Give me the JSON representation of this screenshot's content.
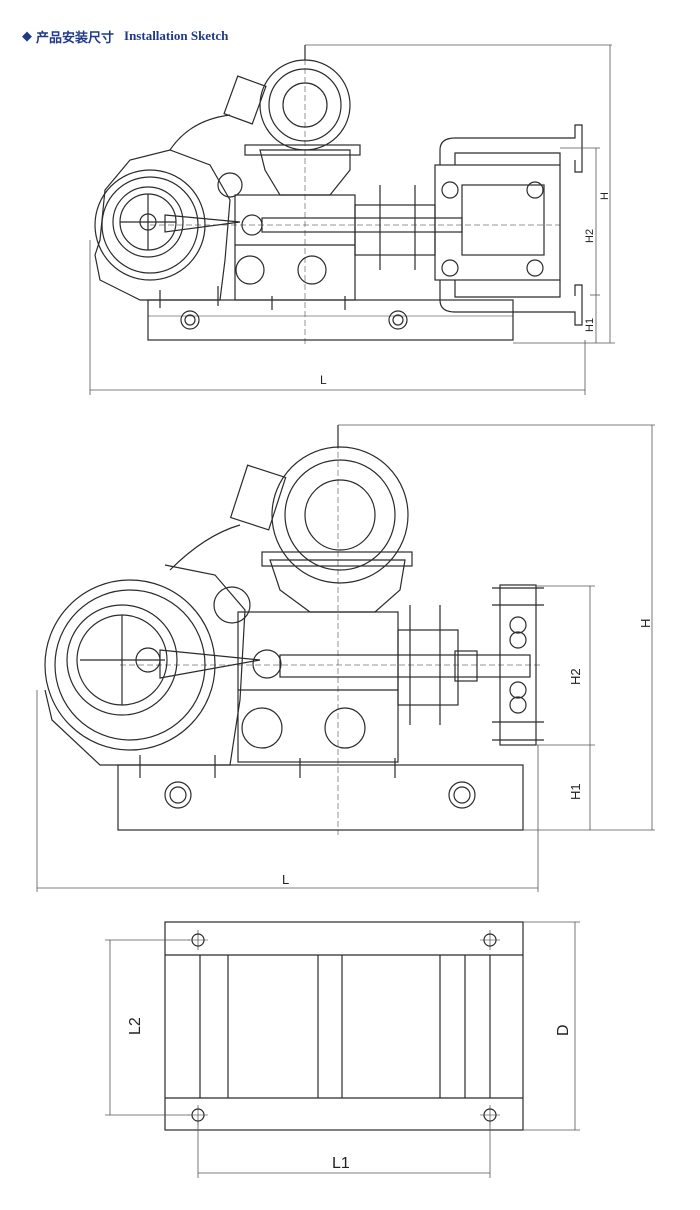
{
  "header": {
    "bullet_icon": "diamond-icon",
    "title_cn": "产品安装尺寸",
    "title_en": "Installation Sketch"
  },
  "top_view": {
    "label_L": "L",
    "label_H": "H",
    "label_H1": "H1",
    "label_H2": "H2"
  },
  "middle_view": {
    "label_L": "L",
    "label_H": "H",
    "label_H1": "H1",
    "label_H2": "H2"
  },
  "bottom_view": {
    "label_L1": "L1",
    "label_L2": "L2",
    "label_D": "D"
  },
  "colors": {
    "line": "#2b2b2b",
    "dim": "#555555",
    "header": "#1f3a8a"
  }
}
